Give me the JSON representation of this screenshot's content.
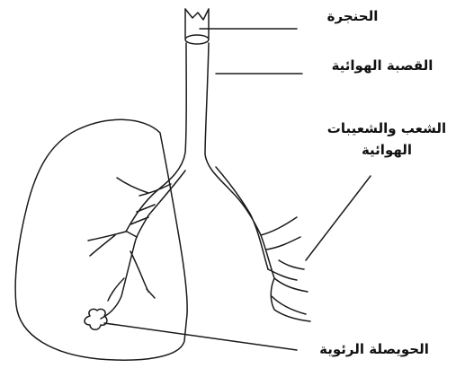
{
  "labels": {
    "larynx": "الحنجرة",
    "trachea": "القصبة الهوائية",
    "bronchi_line1": "الشعب والشعيبات",
    "bronchi_line2": "الهوائية",
    "alveolus": "الحويصلة الرئوية"
  },
  "colors": {
    "stroke": "#1a1a1a",
    "background": "#ffffff"
  }
}
